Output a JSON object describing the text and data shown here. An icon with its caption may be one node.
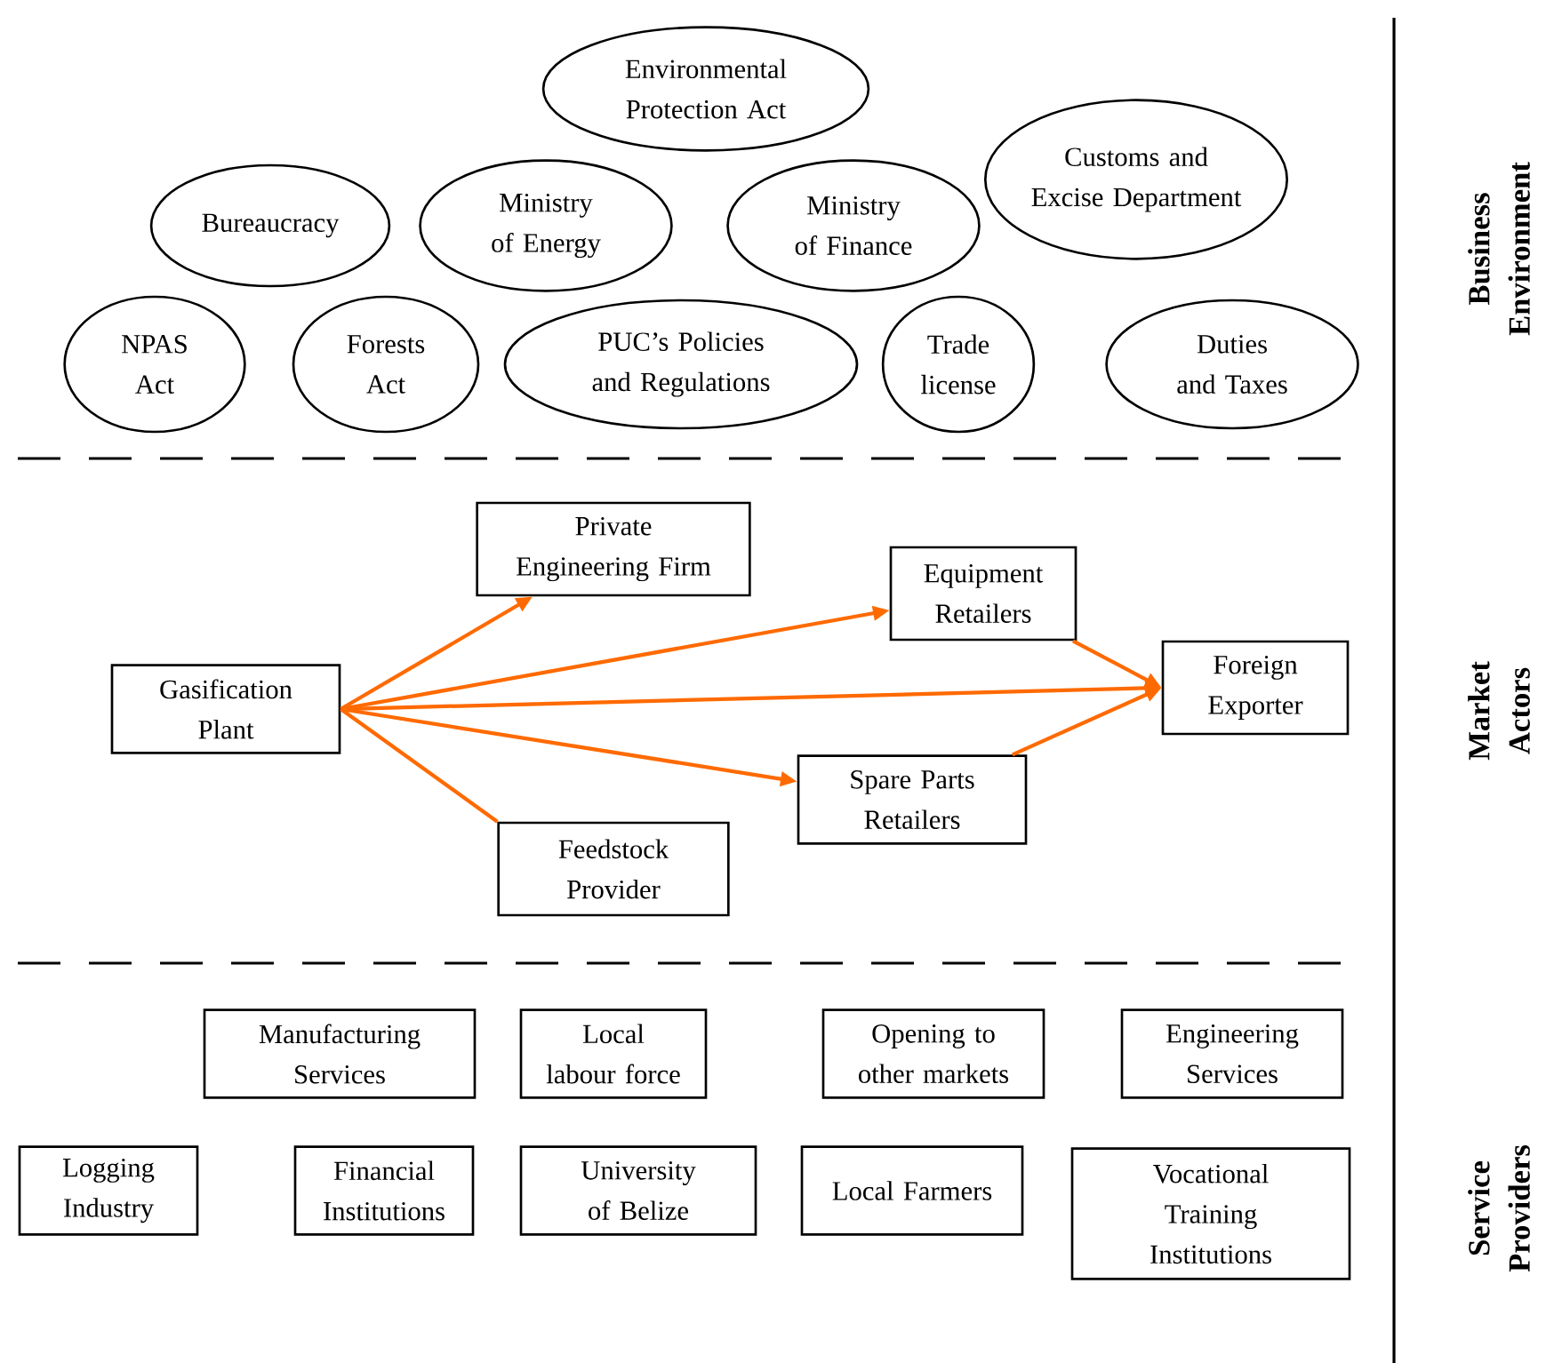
{
  "diagram": {
    "nodes": [
      {
        "text": [
          "Environmental Protection Act"
        ]
      },
      {
        "text": [
          "Customs and Excise Department"
        ]
      },
      {
        "text": [
          "Bureaucracy"
        ]
      },
      {
        "text": [
          "Ministry of Energy"
        ]
      },
      {
        "text": [
          "Ministry of Finance"
        ]
      },
      {
        "text": [
          "NPAS Act"
        ]
      },
      {
        "text": [
          "Forests Act"
        ]
      },
      {
        "text": [
          "PUC’s Policies and Regulations"
        ]
      },
      {
        "text": [
          "Trade license"
        ]
      },
      {
        "text": [
          "Duties and Taxes"
        ]
      },
      {
        "text": [
          "Private Engineering Firm"
        ]
      },
      {
        "text": [
          "Equipment Retailers"
        ]
      },
      {
        "text": [
          "Gasification Plant"
        ]
      },
      {
        "text": [
          "Foreign Exporter"
        ]
      },
      {
        "text": [
          "Spare Parts Retailers"
        ]
      },
      {
        "text": [
          "Feedstock Provider"
        ]
      },
      {
        "text": [
          "Manufacturing Services"
        ]
      },
      {
        "text": [
          "Local labour force"
        ]
      },
      {
        "text": [
          "Opening to other markets"
        ]
      },
      {
        "text": [
          "Engineering Services"
        ]
      },
      {
        "text": [
          "Logging Industry"
        ]
      },
      {
        "text": [
          "Financial Institutions"
        ]
      },
      {
        "text": [
          "University of Belize"
        ]
      },
      {
        "text": [
          "Local Farmers"
        ]
      },
      {
        "text": [
          "Vocational Training Institutions"
        ]
      }
    ],
    "edges": [
      {
        "from": 12,
        "to": 10,
        "arrow": "to"
      },
      {
        "from": 12,
        "to": 11,
        "arrow": "to"
      },
      {
        "from": 12,
        "to": 13,
        "arrow": "to"
      },
      {
        "from": 12,
        "to": 14,
        "arrow": "to"
      },
      {
        "from": 12,
        "to": 15,
        "arrow": "none"
      },
      {
        "from": 11,
        "to": 13,
        "arrow": "to"
      },
      {
        "from": 14,
        "to": 13,
        "arrow": "to"
      }
    ],
    "labels": [
      "Business Environment",
      "Market Actors",
      "Service Providers"
    ]
  }
}
